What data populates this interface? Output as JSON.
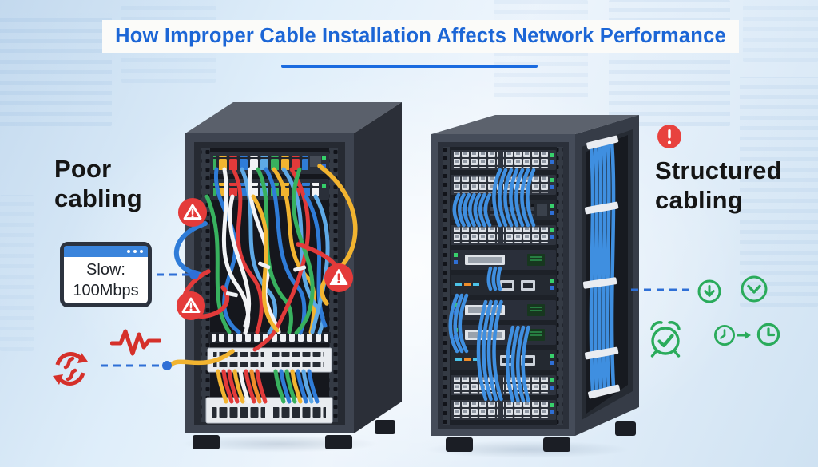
{
  "title": "How Improper Cable Installation Affects Network Performance",
  "poor_side": {
    "label": "Poor cabling",
    "speed_box": {
      "line1": "Slow:",
      "line2": "100Mbps"
    },
    "icon_names": [
      "warning-triangle-icon",
      "warning-triangle-icon",
      "warning-triangle-icon",
      "retransmission-error-icon",
      "signal-interference-icon"
    ]
  },
  "structured_side": {
    "label": "Structured cabling",
    "icon_names": [
      "alert-icon",
      "download-speed-icon",
      "reduced-latency-icon",
      "reliability-alarm-check-icon",
      "time-savings-clocks-icon"
    ]
  },
  "colors": {
    "title_blue": "#1c66d6",
    "underline_blue": "#1a6be0",
    "connector_blue": "#2e6fd6",
    "warning_red": "#e0332f",
    "success_green": "#2aab5b",
    "cable_blue": "#3f8fe0",
    "label_text": "#151515"
  }
}
